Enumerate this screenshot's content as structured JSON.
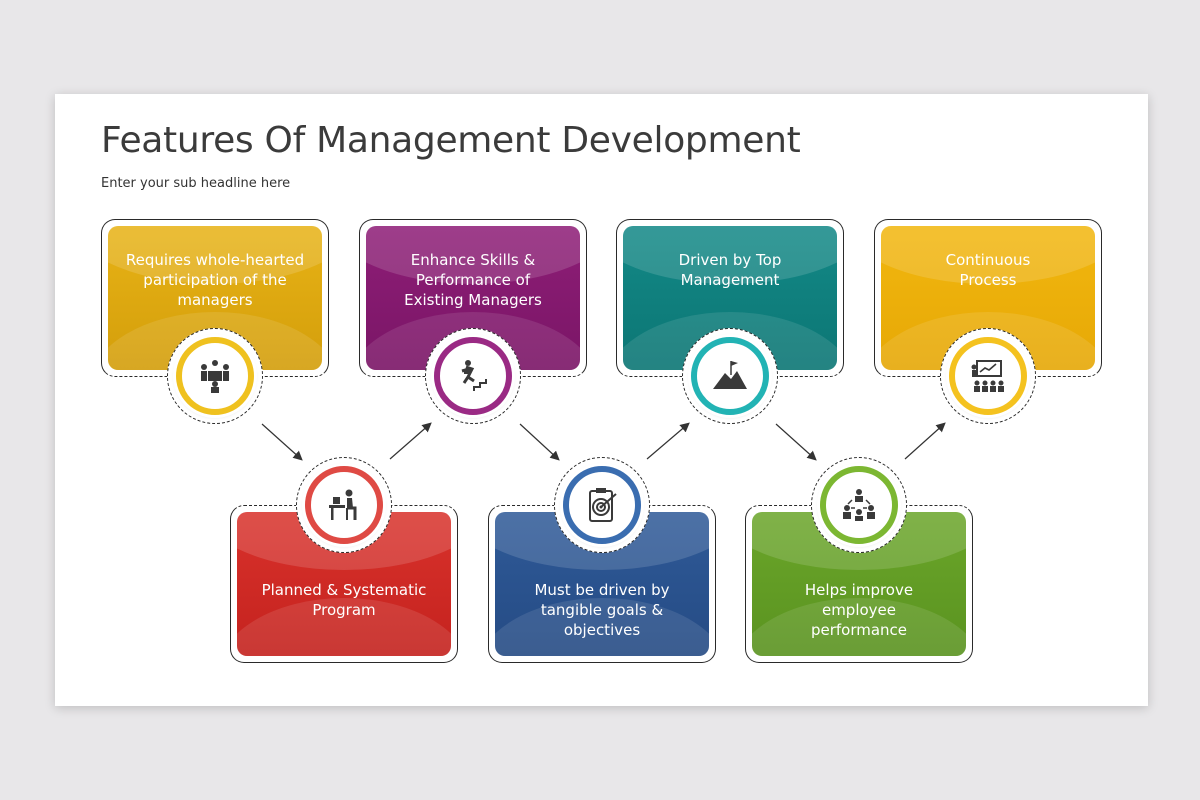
{
  "title": "Features Of Management Development",
  "subtitle": "Enter your sub headline here",
  "boxes": [
    {
      "label": "Requires whole-hearted\nparticipation of the\nmanagers",
      "color": "#e8b316",
      "color_dark": "#d39e0b",
      "icon": "team-meeting-icon"
    },
    {
      "label": "Planned & Systematic\nProgram",
      "color": "#d9322c",
      "color_dark": "#c4221e",
      "icon": "desk-worker-icon"
    },
    {
      "label": "Enhance Skills &\nPerformance of\nExisting Managers",
      "color": "#8e1e77",
      "color_dark": "#7a1566",
      "icon": "climbing-stairs-icon"
    },
    {
      "label": "Must be driven by\ntangible goals &\nobjectives",
      "color": "#2f5a98",
      "color_dark": "#254b84",
      "icon": "target-clipboard-icon"
    },
    {
      "label": "Driven by Top\nManagement",
      "color": "#138987",
      "color_dark": "#0c7674",
      "icon": "mountain-flag-icon"
    },
    {
      "label": "Helps improve\nemployee\nperformance",
      "color": "#6ba62a",
      "color_dark": "#5a9320",
      "icon": "team-network-icon"
    },
    {
      "label": "Continuous\nProcess",
      "color": "#f2b70f",
      "color_dark": "#e6a806",
      "icon": "presentation-icon"
    }
  ]
}
